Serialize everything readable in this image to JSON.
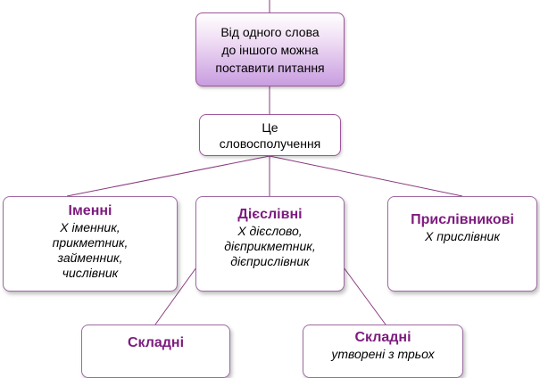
{
  "nodes": {
    "main": {
      "lines": [
        "Від одного слова",
        "до іншого можна",
        "поставити питання"
      ]
    },
    "center": {
      "lines": [
        "Це",
        "словосполучення"
      ]
    },
    "nominal": {
      "title": "Іменні",
      "desc": [
        "Х іменник,",
        "прикметник,",
        "займенник,",
        "числівник"
      ]
    },
    "verbal": {
      "title": "Дієслівні",
      "desc": [
        "Х дієслово,",
        "дієприкметник,",
        "дієприслівник"
      ]
    },
    "adverbial": {
      "title": "Прислівникові",
      "desc": [
        "Х прислівник"
      ]
    },
    "complex_left": {
      "title": "Складні"
    },
    "complex_right": {
      "title": "Складні",
      "desc": [
        "утворені з трьох"
      ]
    }
  },
  "colors": {
    "title": "#7d1b7e",
    "border": "#9d6aa2",
    "connector": "#8a3a7e",
    "gradient_end": "#c89de0"
  }
}
